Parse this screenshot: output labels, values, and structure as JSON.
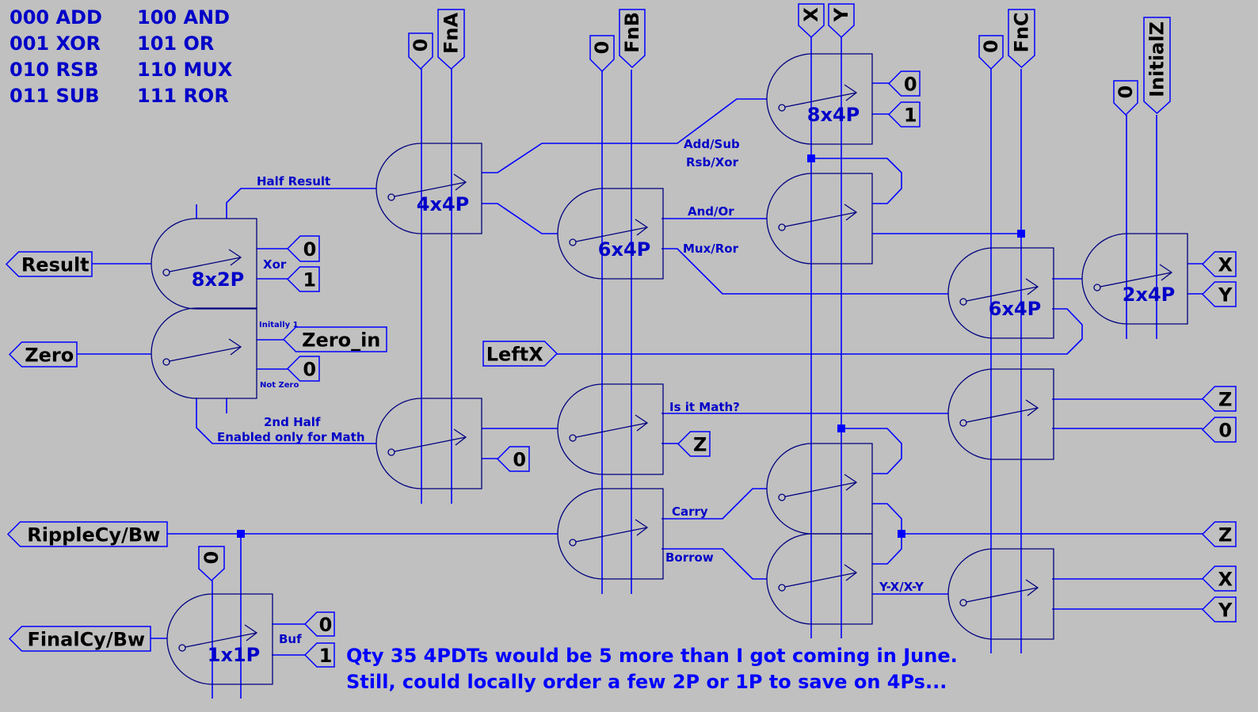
{
  "legend": [
    "000 ADD",
    "001 XOR",
    "010 RSB",
    "011 SUB",
    "100 AND",
    "101 OR",
    "110 MUX",
    "111 ROR"
  ],
  "switches": [
    "8x2P",
    "4x4P",
    "6x4P",
    "8x4P",
    "6x4P",
    "2x4P",
    "1x1P"
  ],
  "net_labels": [
    "Result",
    "Zero",
    "RippleCy/Bw",
    "FinalCy/Bw",
    "LeftX",
    "0",
    "1",
    "Zero_in",
    "0",
    "0",
    "Z",
    "0",
    "1",
    "X",
    "Y",
    "Z",
    "0",
    "Z",
    "X",
    "Y",
    "0",
    "1",
    "0",
    "FnA",
    "0",
    "FnB",
    "X",
    "Y",
    "0",
    "FnC",
    "0",
    "InitialZ",
    "0"
  ],
  "wire_labels": {
    "half_result": "Half Result",
    "add_sub": "Add/Sub",
    "rsb_xor": "Rsb/Xor",
    "and_or": "And/Or",
    "mux_ror": "Mux/Ror",
    "xor": "Xor",
    "initally_1": "Initally 1",
    "not_zero": "Not Zero",
    "second_half": "2nd Half",
    "enabled_math": "Enabled only for Math",
    "is_it_math": "Is it Math?",
    "carry": "Carry",
    "borrow": "Borrow",
    "yx_xy": "Y-X/X-Y",
    "buf": "Buf"
  },
  "note": [
    "Qty 35 4PDTs would be 5 more than I got coming in June.",
    "Still, could locally order a few 2P or 1P to save on 4Ps..."
  ]
}
